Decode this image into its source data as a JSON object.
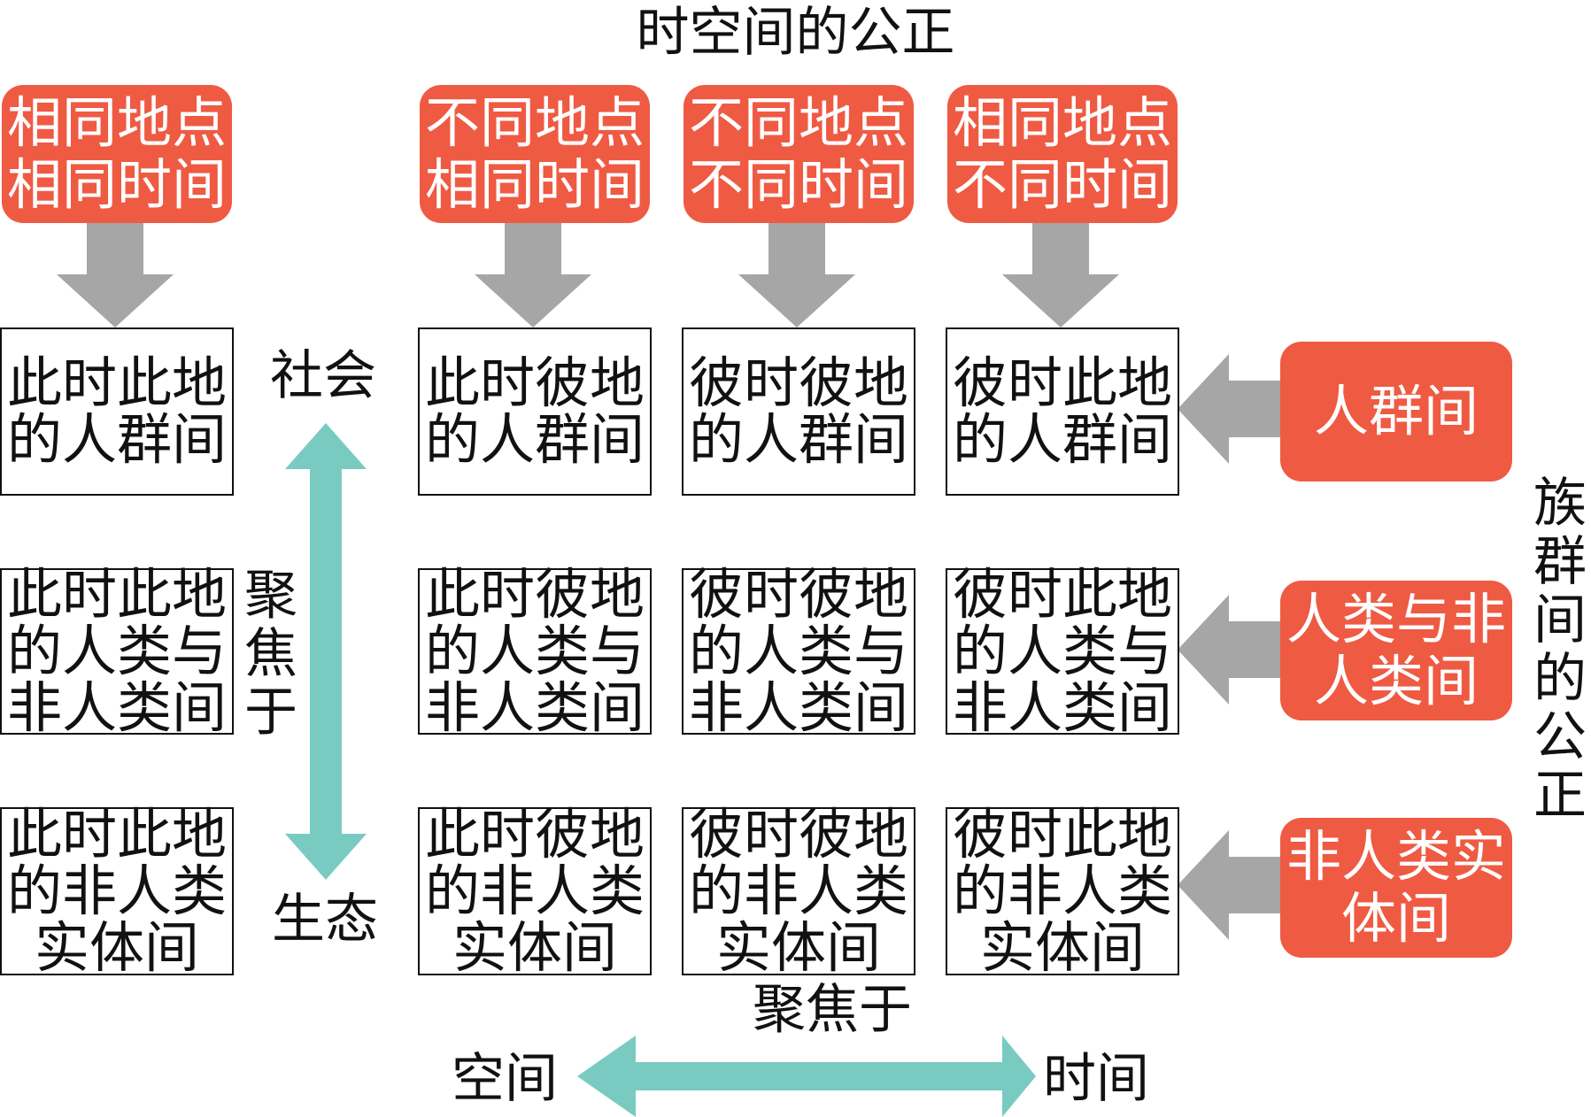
{
  "title": "时空间的公正",
  "colors": {
    "tag": "#ef5a43",
    "gray_arrow": "#a6a6a6",
    "teal_arrow": "#79cbc2"
  },
  "columns": [
    {
      "tag": "相同地点\n相同时间"
    },
    {
      "tag": "不同地点\n相同时间"
    },
    {
      "tag": "不同地点\n不同时间"
    },
    {
      "tag": "相同地点\n不同时间"
    }
  ],
  "rows": [
    {
      "tag": "人群间",
      "cells": [
        "此时此地\n的人群间",
        "此时彼地\n的人群间",
        "彼时彼地\n的人群间",
        "彼时此地\n的人群间"
      ]
    },
    {
      "tag": "人类与非\n人类间",
      "cells": [
        "此时此地\n的人类与\n非人类间",
        "此时彼地\n的人类与\n非人类间",
        "彼时彼地\n的人类与\n非人类间",
        "彼时此地\n的人类与\n非人类间"
      ]
    },
    {
      "tag": "非人类实\n体间",
      "cells": [
        "此时此地\n的非人类\n实体间",
        "此时彼地\n的非人类\n实体间",
        "彼时彼地\n的非人类\n实体间",
        "彼时此地\n的非人类\n实体间"
      ]
    }
  ],
  "vertical_axis": {
    "top": "社会",
    "focus": "聚\n焦\n于",
    "bottom": "生态"
  },
  "horizontal_axis": {
    "focus": "聚焦于",
    "left": "空间",
    "right": "时间"
  },
  "side_label": "族\n群\n间\n的\n公\n正"
}
